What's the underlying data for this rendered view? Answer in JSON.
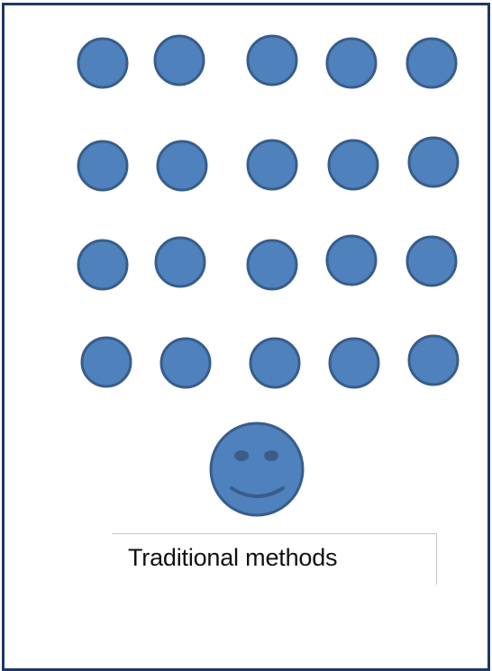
{
  "diagram": {
    "student_rows": 4,
    "students_per_row": 5,
    "student_color": "#4f81bd",
    "student_outline_color": "#385d8a",
    "teacher_icon": "smiley-face-icon",
    "student_icon": "circle-icon",
    "frame_color": "#1f3864"
  },
  "caption": {
    "text": "Traditional methods"
  }
}
